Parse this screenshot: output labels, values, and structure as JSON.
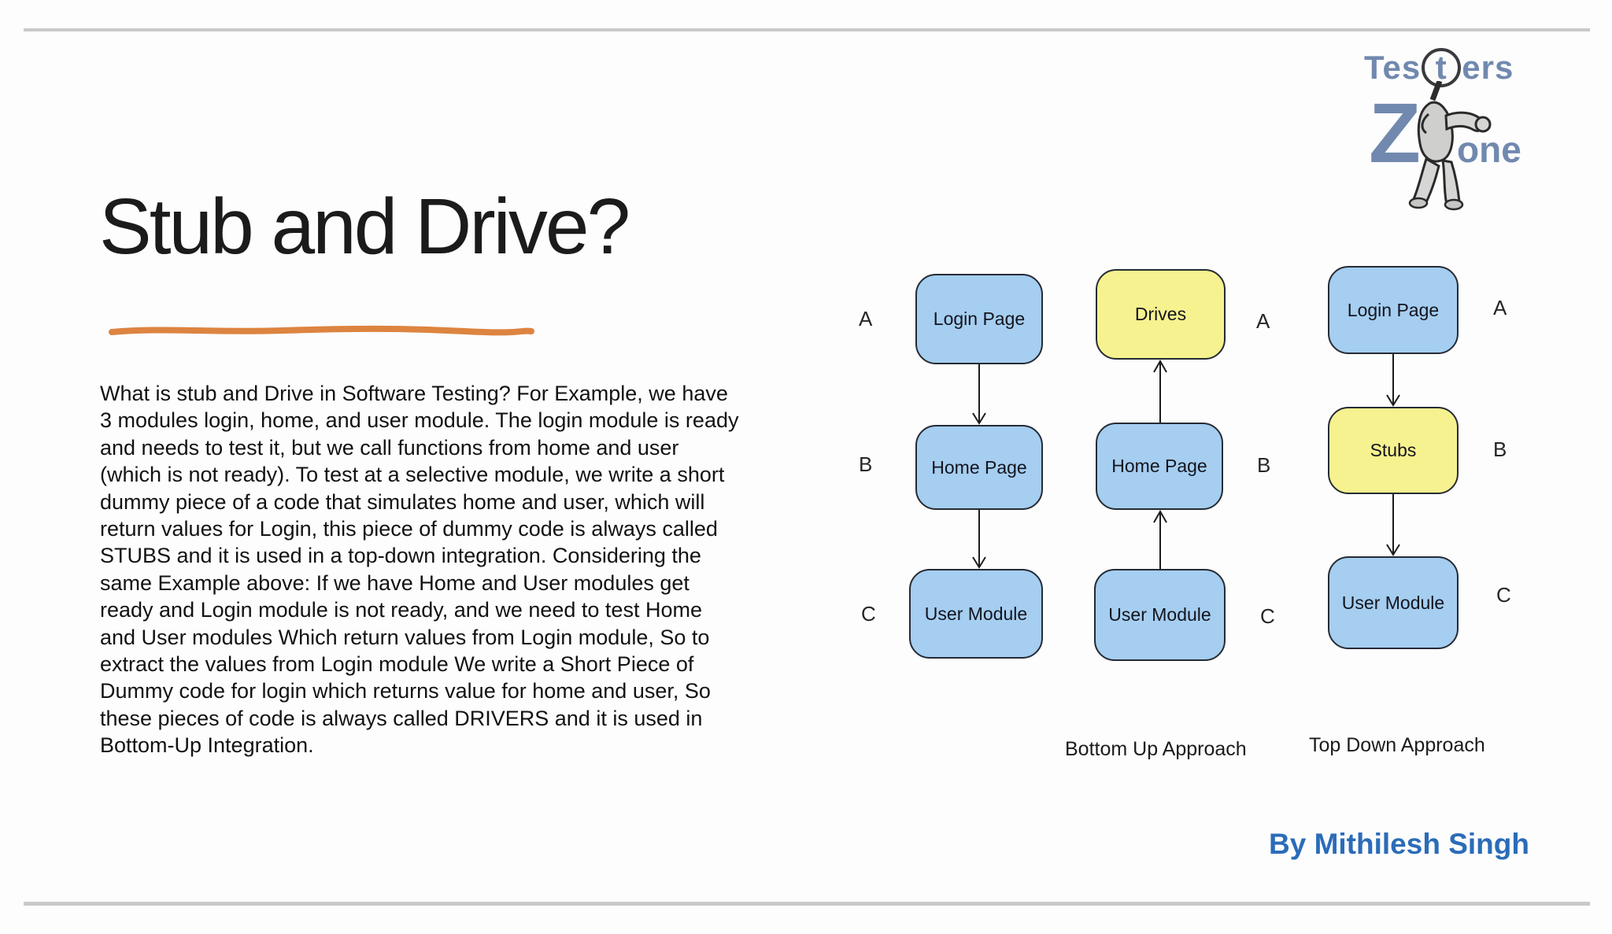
{
  "slide": {
    "title": "Stub and Drive?",
    "body": "What is stub and Drive in Software Testing? For Example, we have 3 modules login, home, and user module. The login module is ready and needs to test it, but we call functions from home and user (which is not ready). To test at a selective module, we write a short dummy piece of a code that simulates home and user, which will return values for Login, this piece of dummy code is always called STUBS and it is used in a top-down integration. Considering the same Example above: If we have Home and User modules get ready and Login module is not ready, and we need to test Home and User modules Which return values from Login module, So to extract the values from Login module We write a Short Piece of Dummy code for login which returns value for home and user, So these pieces of code is always called DRIVERS and it is used in Bottom-Up Integration.",
    "byline": "By Mithilesh Singh"
  },
  "logo": {
    "part1": "Tes",
    "part2": "t",
    "part3": "ers",
    "part4": "Z",
    "part5": "one",
    "icon": "magnifying-glass-person"
  },
  "diagram": {
    "columns": [
      {
        "caption": "",
        "arrow_direction": "down",
        "boxes": [
          {
            "label": "Login Page",
            "letter": "A",
            "color": "blue"
          },
          {
            "label": "Home Page",
            "letter": "B",
            "color": "blue"
          },
          {
            "label": "User Module",
            "letter": "C",
            "color": "blue"
          }
        ]
      },
      {
        "caption": "Bottom Up Approach",
        "arrow_direction": "up",
        "boxes": [
          {
            "label": "Drives",
            "letter": "A",
            "color": "yellow"
          },
          {
            "label": "Home Page",
            "letter": "B",
            "color": "blue"
          },
          {
            "label": "User Module",
            "letter": "C",
            "color": "blue"
          }
        ]
      },
      {
        "caption": "Top Down Approach",
        "arrow_direction": "down",
        "boxes": [
          {
            "label": "Login Page",
            "letter": "A",
            "color": "blue"
          },
          {
            "label": "Stubs",
            "letter": "B",
            "color": "yellow"
          },
          {
            "label": "User Module",
            "letter": "C",
            "color": "blue"
          }
        ]
      }
    ]
  },
  "colors": {
    "box_blue": "#A5CEF0",
    "box_yellow": "#F6F28F",
    "box_border": "#262B34",
    "accent_orange": "#DD8440",
    "byline_blue": "#2B6CB8",
    "logo_blue": "#7189AE",
    "rule_gray": "#C9C9CB"
  }
}
